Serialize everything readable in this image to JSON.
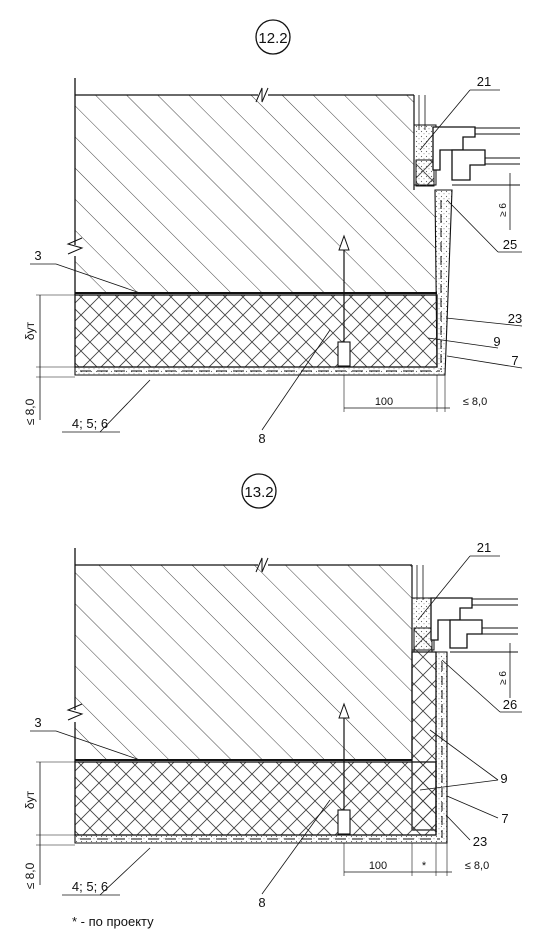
{
  "details": [
    {
      "id": "12.2",
      "labels": {
        "l3": "3",
        "l21": "21",
        "l25": "25",
        "l23": "23",
        "l9": "9",
        "l7": "7",
        "l8": "8",
        "l456": "4; 5; 6",
        "delta": "δут",
        "le8": "≤ 8,0",
        "ge6": "≥ 6",
        "d100": "100",
        "d8": "≤ 8,0"
      }
    },
    {
      "id": "13.2",
      "labels": {
        "l3": "3",
        "l21": "21",
        "l26": "26",
        "l9": "9",
        "l7": "7",
        "l23": "23",
        "l8": "8",
        "l456": "4; 5; 6",
        "delta": "δут",
        "le8": "≤ 8,0",
        "ge6": "≥ 6",
        "d100": "100",
        "star": "*",
        "d8": "≤ 8,0"
      }
    }
  ],
  "footnote": "* - по проекту",
  "colors": {
    "line": "#1a1a1a",
    "hatch": "#444444"
  }
}
